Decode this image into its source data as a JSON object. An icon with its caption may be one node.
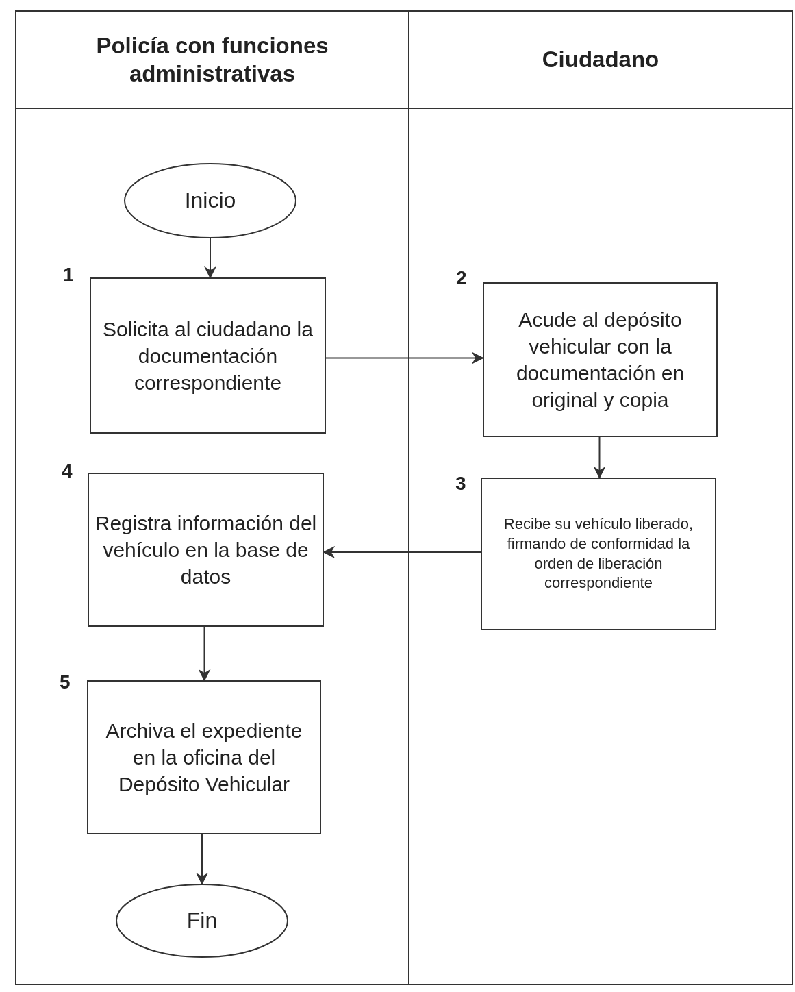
{
  "diagram": {
    "nodes": [
      {
        "text": [
          "Policía con funciones administrativas"
        ]
      },
      {
        "text": [
          "Ciudadano"
        ]
      },
      {
        "text": [
          "Inicio"
        ],
        "in": 0
      },
      {
        "text": [
          "Solicita al ciudadano la documentación correspondiente"
        ],
        "in": 0,
        "beside": [
          "1"
        ]
      },
      {
        "text": [
          "Acude al depósito vehicular con la documentación en original y copia"
        ],
        "in": 1,
        "beside": [
          "2"
        ]
      },
      {
        "text": [
          "Recibe su vehículo liberado, firmando de conformidad la orden de liberación correspondiente"
        ],
        "in": 1,
        "beside": [
          "3"
        ]
      },
      {
        "text": [
          "Registra información del vehículo en la base de datos"
        ],
        "in": 0,
        "beside": [
          "4"
        ]
      },
      {
        "text": [
          "Archiva el expediente en la oficina del Depósito Vehicular"
        ],
        "in": 0,
        "beside": [
          "5"
        ]
      },
      {
        "text": [
          "Fin"
        ],
        "in": 0
      }
    ],
    "edges": [
      {
        "from": 2,
        "to": 3,
        "arrow": "to"
      },
      {
        "from": 3,
        "to": 4,
        "arrow": "to"
      },
      {
        "from": 4,
        "to": 5,
        "arrow": "to"
      },
      {
        "from": 5,
        "to": 6,
        "arrow": "to"
      },
      {
        "from": 6,
        "to": 7,
        "arrow": "to"
      },
      {
        "from": 7,
        "to": 8,
        "arrow": "to"
      }
    ]
  }
}
